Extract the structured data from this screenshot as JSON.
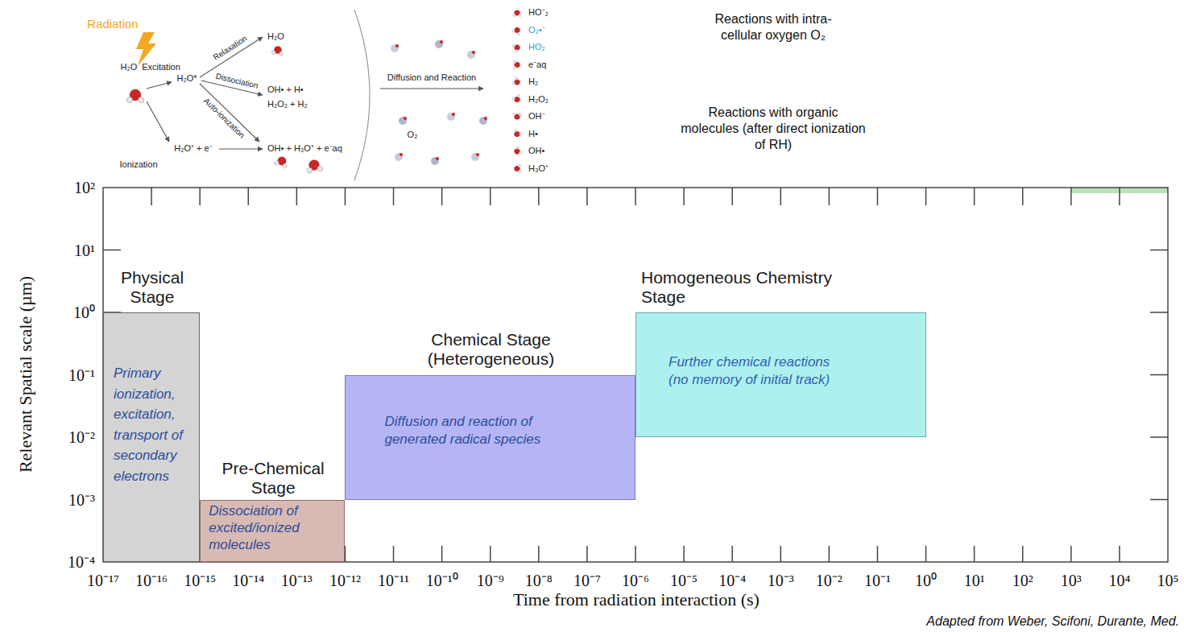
{
  "diagram": {
    "nodes": [
      {
        "text": [
          "Physical Stage",
          "Primary ionization, excitation, transport of secondary electrons"
        ]
      },
      {
        "text": [
          "Pre-Chemical Stage",
          "Dissociation of excited/ionized molecules"
        ]
      },
      {
        "text": [
          "Chemical Stage (Heterogeneous)",
          "Diffusion and reaction of generated radical species"
        ]
      },
      {
        "text": [
          "Homogeneous Chemistry Stage",
          "Further chemical reactions (no memory of initial track)"
        ]
      }
    ],
    "labels": [
      "Radiation",
      "H₂O",
      "Excitation",
      "H₂O*",
      "Relaxation",
      "H₂O",
      "Dissociation",
      "OH• + H•",
      "H₂O₂ + H₂",
      "Auto-ionization",
      "H₂O⁺ + e⁻",
      "Ionization",
      "OH• + H₃O⁺ + e⁻aq",
      "Diffusion and Reaction",
      "O₂",
      "HO⁻₂",
      "O₂•⁻",
      "HO₂",
      "e⁻aq",
      "H₂",
      "H₂O₂",
      "OH⁻",
      "H•",
      "OH•",
      "H₃O⁺",
      "Reactions with intra-cellular oxygen O₂",
      "Reactions with organic molecules (after direct ionization of RH)",
      "10²",
      "10¹",
      "10⁰",
      "10⁻¹",
      "10⁻²",
      "10⁻³",
      "10⁻⁴",
      "Relevant Spatial scale (µm)",
      "10⁻¹⁷",
      "10⁻¹⁶",
      "10⁻¹⁵",
      "10⁻¹⁴",
      "10⁻¹³",
      "10⁻¹²",
      "10⁻¹¹",
      "10⁻¹⁰",
      "10⁻⁹",
      "10⁻⁸",
      "10⁻⁷",
      "10⁻⁶",
      "10⁻⁵",
      "10⁻⁴",
      "10⁻³",
      "10⁻²",
      "10⁻¹",
      "10⁰",
      "10¹",
      "10²",
      "10³",
      "10⁴",
      "10⁵",
      "Time from radiation interaction (s)",
      "Adapted from Weber, Scifoni, Durante, Med."
    ]
  }
}
